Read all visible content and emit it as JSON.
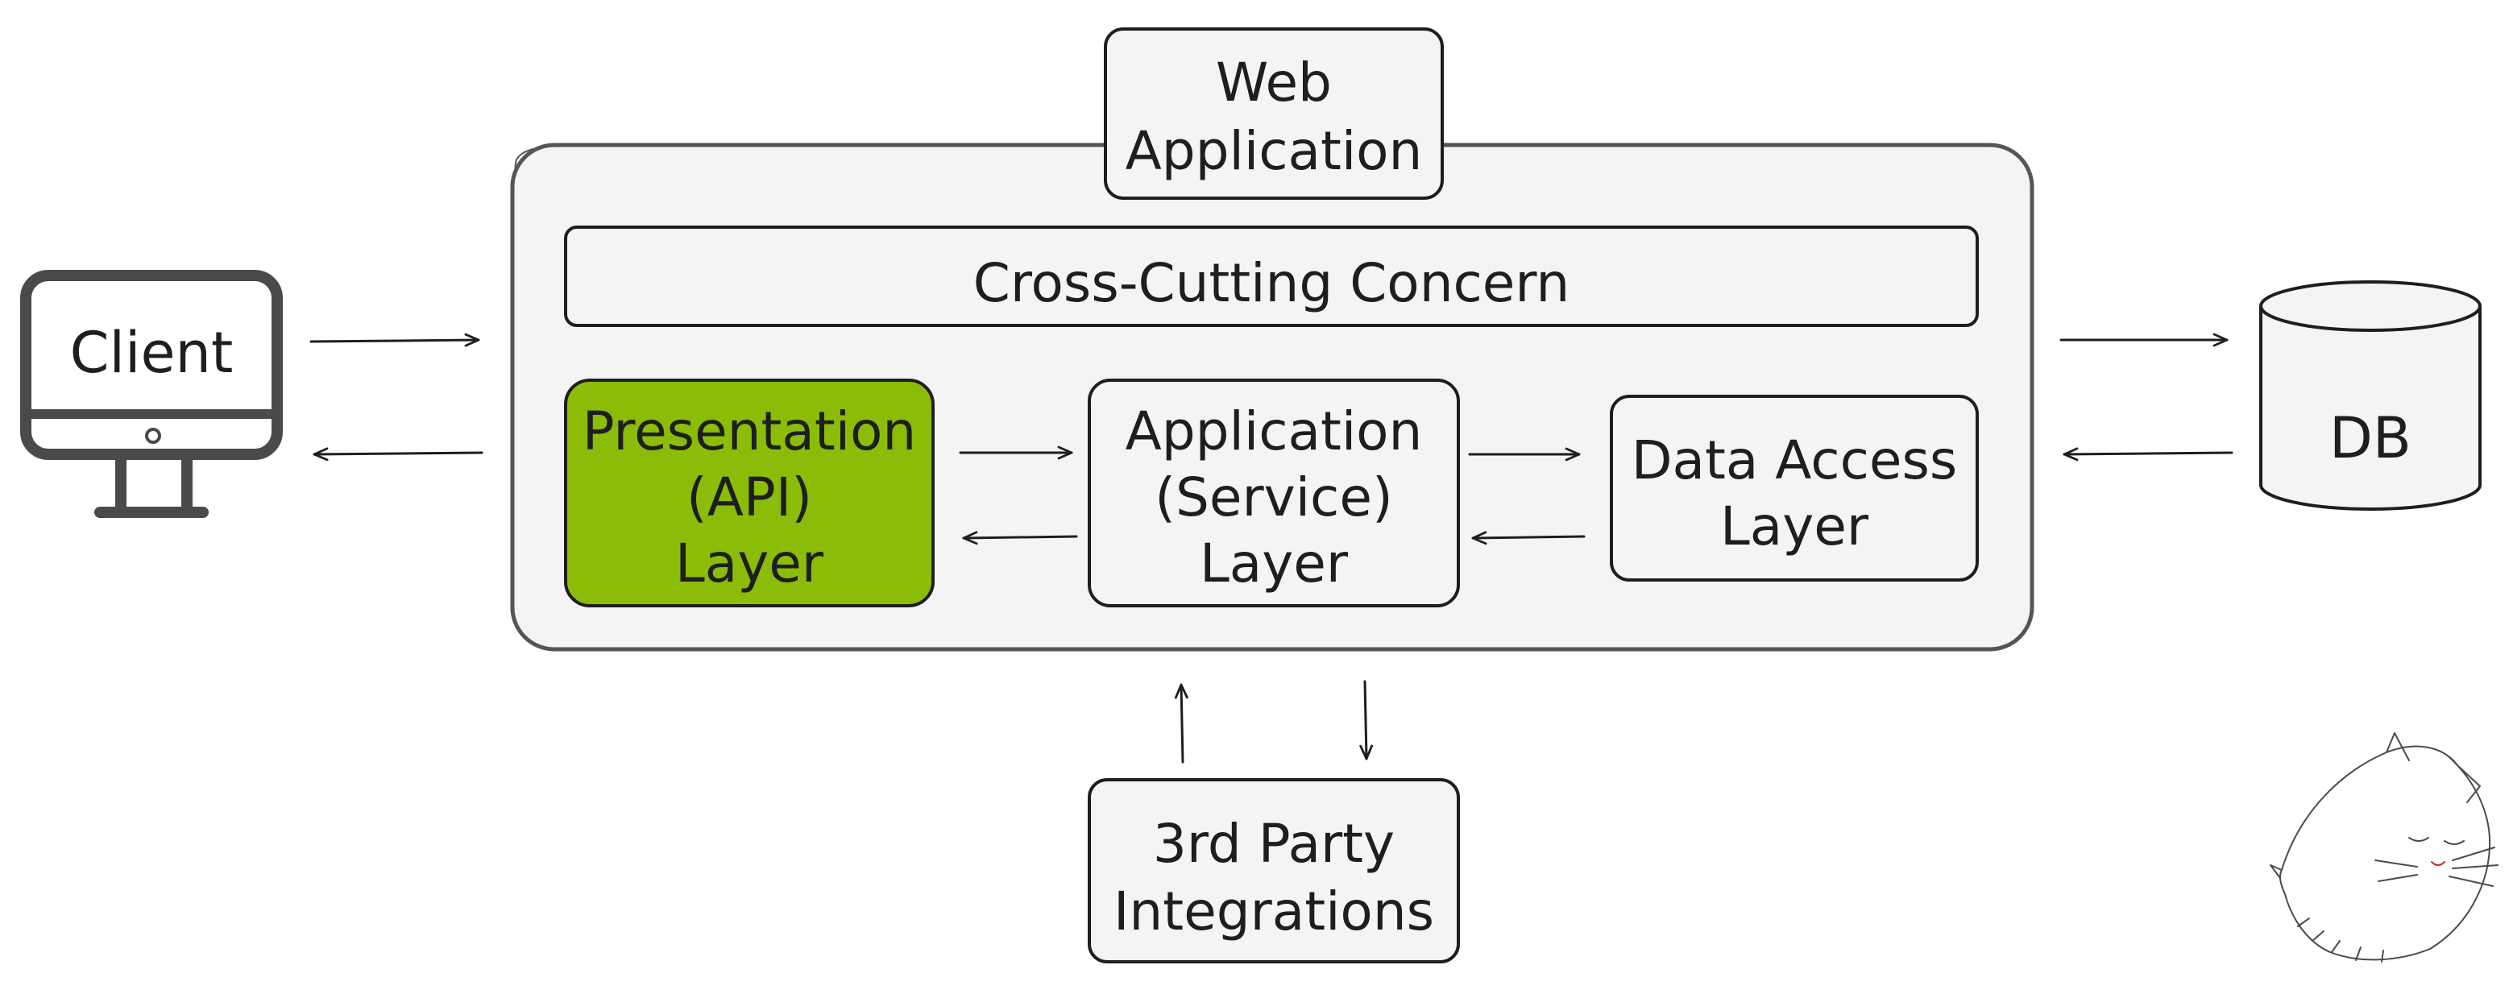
{
  "web_app": {
    "label_line1": "Web",
    "label_line2": "Application"
  },
  "cross_cutting": {
    "label": "Cross-Cutting Concern"
  },
  "client": {
    "label": "Client"
  },
  "presentation_layer": {
    "label_line1": "Presentation",
    "label_line2": "(API)",
    "label_line3": "Layer"
  },
  "application_layer": {
    "label_line1": "Application",
    "label_line2": "(Service)",
    "label_line3": "Layer"
  },
  "data_access_layer": {
    "label_line1": "Data Access",
    "label_line2": "Layer"
  },
  "db": {
    "label": "DB"
  },
  "third_party": {
    "label_line1": "3rd Party",
    "label_line2": "Integrations"
  },
  "colors": {
    "stroke": "#1e1e1e",
    "container_fill": "#f4f4f4",
    "presentation_fill": "#8bbd08",
    "monitor_stroke": "#4a4a4a"
  }
}
